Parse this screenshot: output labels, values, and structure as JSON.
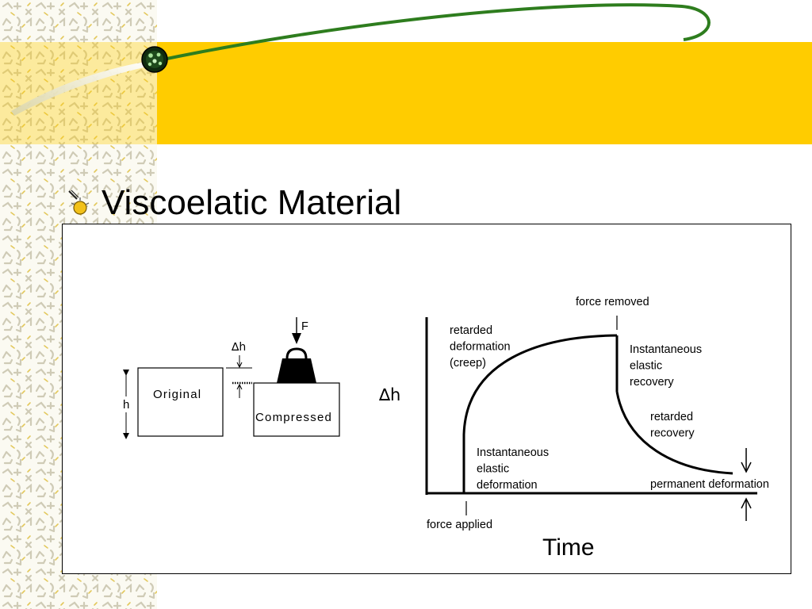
{
  "slide": {
    "title": "Viscoelatic Material",
    "header_color": "#ffcc00",
    "accent_line_color": "#2e7d1e"
  },
  "diagram": {
    "left": {
      "height_label": "h",
      "original_label": "Original",
      "compressed_label": "Compressed",
      "force_label": "F",
      "delta_h_label": "∆h"
    },
    "graph": {
      "y_axis_label": "∆h",
      "x_axis_label": "Time",
      "annotations": {
        "force_applied": "force applied",
        "force_removed": "force removed",
        "inst_elastic_def": [
          "Instantaneous",
          "elastic",
          "deformation"
        ],
        "retarded_def": [
          "retarded",
          "deformation",
          "(creep)"
        ],
        "inst_elastic_rec": [
          "Instantaneous",
          "elastic",
          "recovery"
        ],
        "retarded_rec": [
          "retarded",
          "recovery"
        ],
        "permanent_def": "permanent deformation"
      }
    }
  }
}
